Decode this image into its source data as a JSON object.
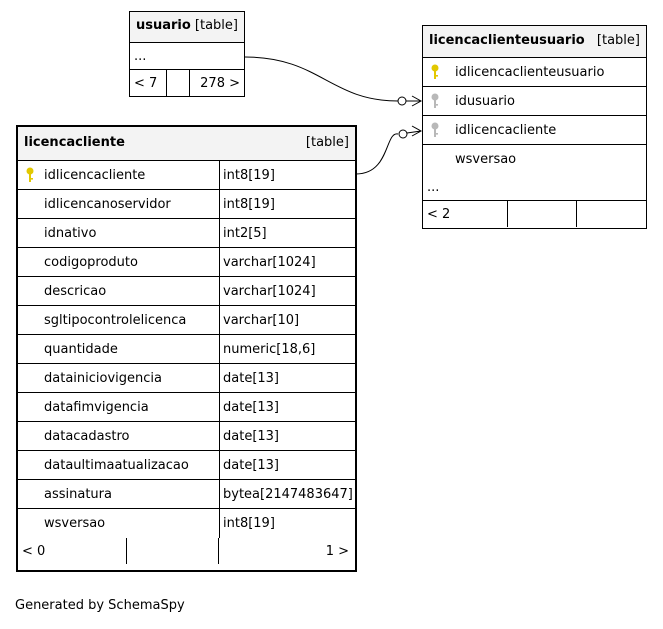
{
  "usuario": {
    "name": "usuario",
    "kind": "[table]",
    "ellipsis": "...",
    "nav_left": "< 7",
    "nav_right": "278 >"
  },
  "licencaclienteusuario": {
    "name": "licencaclienteusuario",
    "kind": "[table]",
    "columns": [
      {
        "name": "idlicencaclienteusuario",
        "key": "primary"
      },
      {
        "name": "idusuario",
        "key": "foreign"
      },
      {
        "name": "idlicencacliente",
        "key": "foreign"
      },
      {
        "name": "wsversao",
        "key": "none"
      }
    ],
    "ellipsis": "...",
    "nav_left": "< 2"
  },
  "licencacliente": {
    "name": "licencacliente",
    "kind": "[table]",
    "columns": [
      {
        "name": "idlicencacliente",
        "type": "int8[19]",
        "key": "primary"
      },
      {
        "name": "idlicencanoservidor",
        "type": "int8[19]",
        "key": "none"
      },
      {
        "name": "idnativo",
        "type": "int2[5]",
        "key": "none"
      },
      {
        "name": "codigoproduto",
        "type": "varchar[1024]",
        "key": "none"
      },
      {
        "name": "descricao",
        "type": "varchar[1024]",
        "key": "none"
      },
      {
        "name": "sgltipocontrolelicenca",
        "type": "varchar[10]",
        "key": "none"
      },
      {
        "name": "quantidade",
        "type": "numeric[18,6]",
        "key": "none"
      },
      {
        "name": "datainiciovigencia",
        "type": "date[13]",
        "key": "none"
      },
      {
        "name": "datafimvigencia",
        "type": "date[13]",
        "key": "none"
      },
      {
        "name": "datacadastro",
        "type": "date[13]",
        "key": "none"
      },
      {
        "name": "dataultimaatualizacao",
        "type": "date[13]",
        "key": "none"
      },
      {
        "name": "assinatura",
        "type": "bytea[2147483647]",
        "key": "none"
      },
      {
        "name": "wsversao",
        "type": "int8[19]",
        "key": "none"
      }
    ],
    "nav_left": "< 0",
    "nav_right": "1 >"
  },
  "footer": "Generated by SchemaSpy",
  "colors": {
    "primary_key": "#e2c800",
    "foreign_key": "#b8b8b8",
    "header_bg": "#f3f3f3"
  }
}
